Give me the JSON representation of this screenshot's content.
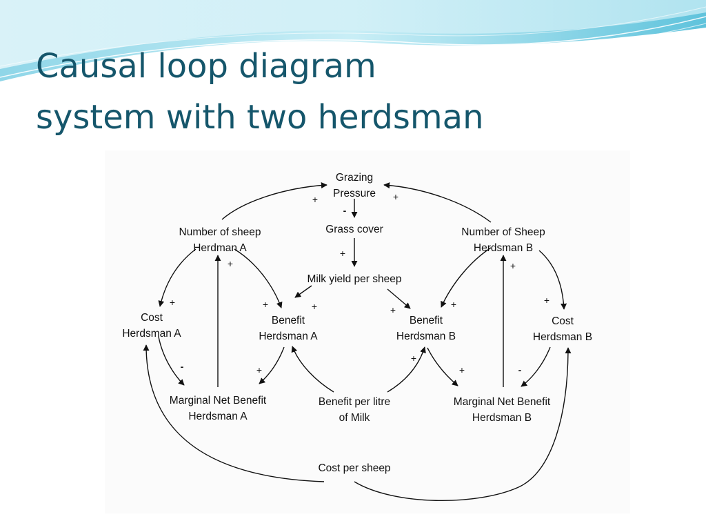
{
  "slide": {
    "title_line1": "Causal loop diagram",
    "title_line2": "system with two herdsman",
    "accent_colors": {
      "title": "#15566b",
      "swoosh_light": "#cdeff6",
      "swoosh_dark": "#5fc3dc"
    }
  },
  "diagram": {
    "nodes": [
      {
        "id": "grazing_pressure",
        "lines": [
          "Grazing",
          "Pressure"
        ]
      },
      {
        "id": "grass_cover",
        "lines": [
          "Grass cover"
        ]
      },
      {
        "id": "milk_yield",
        "lines": [
          "Milk yield per sheep"
        ]
      },
      {
        "id": "sheep_a",
        "lines": [
          "Number of sheep",
          "Herdman A"
        ]
      },
      {
        "id": "sheep_b",
        "lines": [
          "Number of Sheep",
          "Herdsman B"
        ]
      },
      {
        "id": "cost_a",
        "lines": [
          "Cost",
          "Herdsman A"
        ]
      },
      {
        "id": "cost_b",
        "lines": [
          "Cost",
          "Herdsman B"
        ]
      },
      {
        "id": "benefit_a",
        "lines": [
          "Benefit",
          "Herdsman A"
        ]
      },
      {
        "id": "benefit_b",
        "lines": [
          "Benefit",
          "Herdsman B"
        ]
      },
      {
        "id": "mnb_a",
        "lines": [
          "Marginal Net Benefit",
          "Herdsman A"
        ]
      },
      {
        "id": "mnb_b",
        "lines": [
          "Marginal Net Benefit",
          "Herdsman B"
        ]
      },
      {
        "id": "benefit_litre",
        "lines": [
          "Benefit per litre",
          "of Milk"
        ]
      },
      {
        "id": "cost_sheep",
        "lines": [
          "Cost per sheep"
        ]
      }
    ],
    "edges": [
      {
        "id": "sheepA_to_grazing",
        "from": "sheep_a",
        "to": "grazing_pressure",
        "polarity": "+"
      },
      {
        "id": "sheepB_to_grazing",
        "from": "sheep_b",
        "to": "grazing_pressure",
        "polarity": "+"
      },
      {
        "id": "grazing_to_grass",
        "from": "grazing_pressure",
        "to": "grass_cover",
        "polarity": "-"
      },
      {
        "id": "grass_to_milk",
        "from": "grass_cover",
        "to": "milk_yield",
        "polarity": "+"
      },
      {
        "id": "milk_to_benefitA",
        "from": "milk_yield",
        "to": "benefit_a",
        "polarity": "+"
      },
      {
        "id": "milk_to_benefitB",
        "from": "milk_yield",
        "to": "benefit_b",
        "polarity": "+"
      },
      {
        "id": "sheepA_to_costA",
        "from": "sheep_a",
        "to": "cost_a",
        "polarity": "+"
      },
      {
        "id": "sheepA_to_benefitA",
        "from": "sheep_a",
        "to": "benefit_a",
        "polarity": "+"
      },
      {
        "id": "sheepB_to_benefitB",
        "from": "sheep_b",
        "to": "benefit_b",
        "polarity": "+"
      },
      {
        "id": "sheepB_to_costB",
        "from": "sheep_b",
        "to": "cost_b",
        "polarity": "+"
      },
      {
        "id": "costA_to_mnbA",
        "from": "cost_a",
        "to": "mnb_a",
        "polarity": "-"
      },
      {
        "id": "benefitA_to_mnbA",
        "from": "benefit_a",
        "to": "mnb_a",
        "polarity": "+"
      },
      {
        "id": "mnbA_to_sheepA",
        "from": "mnb_a",
        "to": "sheep_a",
        "polarity": "+"
      },
      {
        "id": "benefitB_to_mnbB",
        "from": "benefit_b",
        "to": "mnb_b",
        "polarity": "+"
      },
      {
        "id": "costB_to_mnbB",
        "from": "cost_b",
        "to": "mnb_b",
        "polarity": "-"
      },
      {
        "id": "mnbB_to_sheepB",
        "from": "mnb_b",
        "to": "sheep_b",
        "polarity": "+"
      },
      {
        "id": "litre_to_benefitA",
        "from": "benefit_litre",
        "to": "benefit_a",
        "polarity": ""
      },
      {
        "id": "litre_to_benefitB",
        "from": "benefit_litre",
        "to": "benefit_b",
        "polarity": "+"
      },
      {
        "id": "costsheep_to_costA",
        "from": "cost_sheep",
        "to": "cost_a",
        "polarity": ""
      },
      {
        "id": "costsheep_to_costB",
        "from": "cost_sheep",
        "to": "cost_b",
        "polarity": ""
      }
    ]
  }
}
